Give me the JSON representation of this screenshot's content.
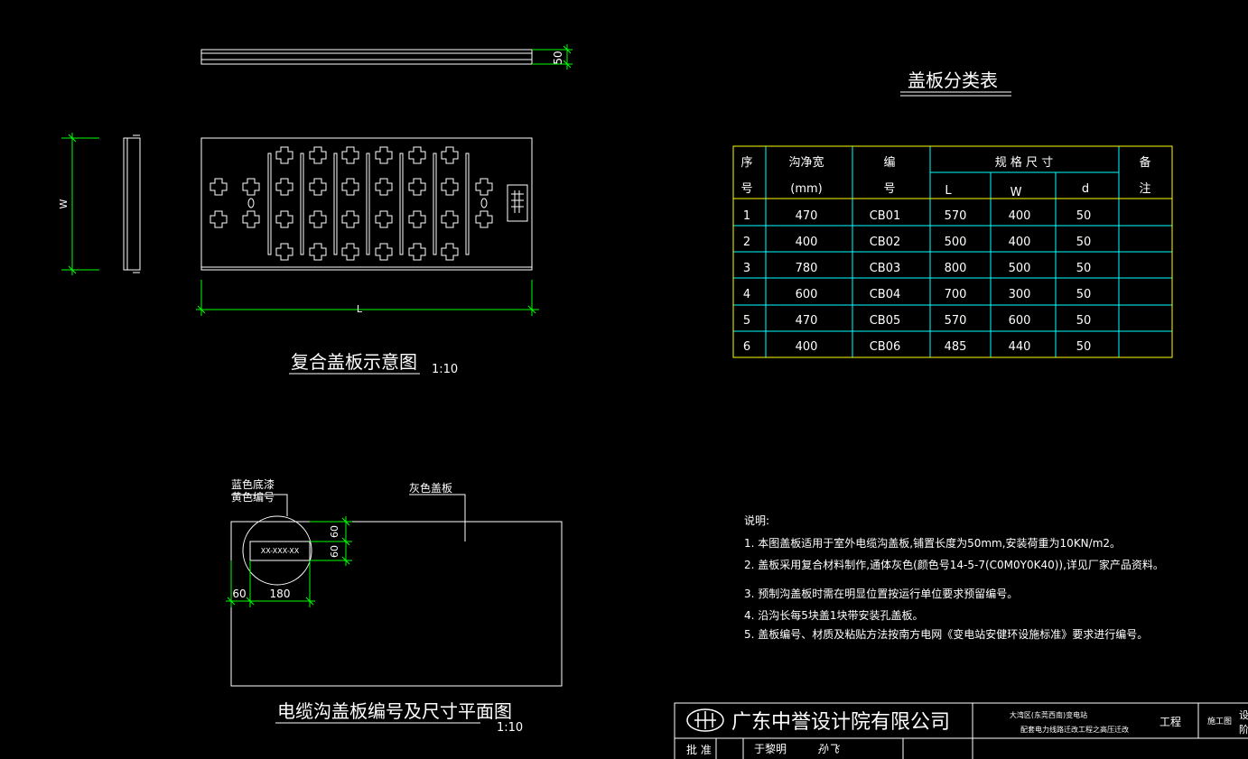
{
  "colors": {
    "background": "#000000",
    "line": "#ffffff",
    "dimension": "#00ff00",
    "table_border": "#ffff00",
    "table_inner": "#00ffff"
  },
  "drawing1": {
    "dim_thickness": "50",
    "dim_width": "W",
    "dim_length": "L",
    "title": "复合盖板示意图",
    "scale": "1:10"
  },
  "table": {
    "title": "盖板分类表",
    "headers": {
      "seq_top": "序",
      "seq_bottom": "号",
      "width_top": "沟净宽",
      "width_bottom": "(mm)",
      "code_top": "编",
      "code_bottom": "号",
      "spec": "规 格 尺 寸",
      "L": "L",
      "W": "W",
      "d": "d",
      "remark_top": "备",
      "remark_bottom": "注"
    },
    "rows": [
      {
        "seq": "1",
        "width": "470",
        "code": "CB01",
        "L": "570",
        "W": "400",
        "d": "50"
      },
      {
        "seq": "2",
        "width": "400",
        "code": "CB02",
        "L": "500",
        "W": "400",
        "d": "50"
      },
      {
        "seq": "3",
        "width": "780",
        "code": "CB03",
        "L": "800",
        "W": "500",
        "d": "50"
      },
      {
        "seq": "4",
        "width": "600",
        "code": "CB04",
        "L": "700",
        "W": "300",
        "d": "50"
      },
      {
        "seq": "5",
        "width": "470",
        "code": "CB05",
        "L": "570",
        "W": "600",
        "d": "50"
      },
      {
        "seq": "6",
        "width": "400",
        "code": "CB06",
        "L": "485",
        "W": "440",
        "d": "50"
      }
    ]
  },
  "drawing2": {
    "label_blue": "蓝色底漆",
    "label_yellow": "黄色编号",
    "label_gray": "灰色盖板",
    "code_text": "XX-XXX-XX",
    "dim_60_a": "60",
    "dim_60_b": "60",
    "dim_60_left": "60",
    "dim_180": "180",
    "title": "电缆沟盖板编号及尺寸平面图",
    "scale": "1:10"
  },
  "notes": {
    "heading": "说明:",
    "items": [
      "1. 本图盖板适用于室外电缆沟盖板,铺置长度为50mm,安装荷重为10KN/m2。",
      "2. 盖板采用复合材料制作,通体灰色(颜色号14-5-7(C0M0Y0K40)),详见厂家产品资料。",
      "3. 预制沟盖板时需在明显位置按运行单位要求预留编号。",
      "4. 沿沟长每5块盖1块带安装孔盖板。",
      "5. 盖板编号、材质及粘贴方法按南方电网《变电站安健环设施标准》要求进行编号。"
    ]
  },
  "titleblock": {
    "company": "广东中誉设计院有限公司",
    "project_line1": "大湾区(东莞西南)变电站",
    "project_line2": "配套电力线路迁改工程之高压迁改",
    "project_label": "工程",
    "stage_label": "施工图",
    "cut1": "设",
    "cut2": "阶",
    "approve_label": "批  准",
    "approve_name": "于黎明",
    "signature": "孙飞"
  }
}
